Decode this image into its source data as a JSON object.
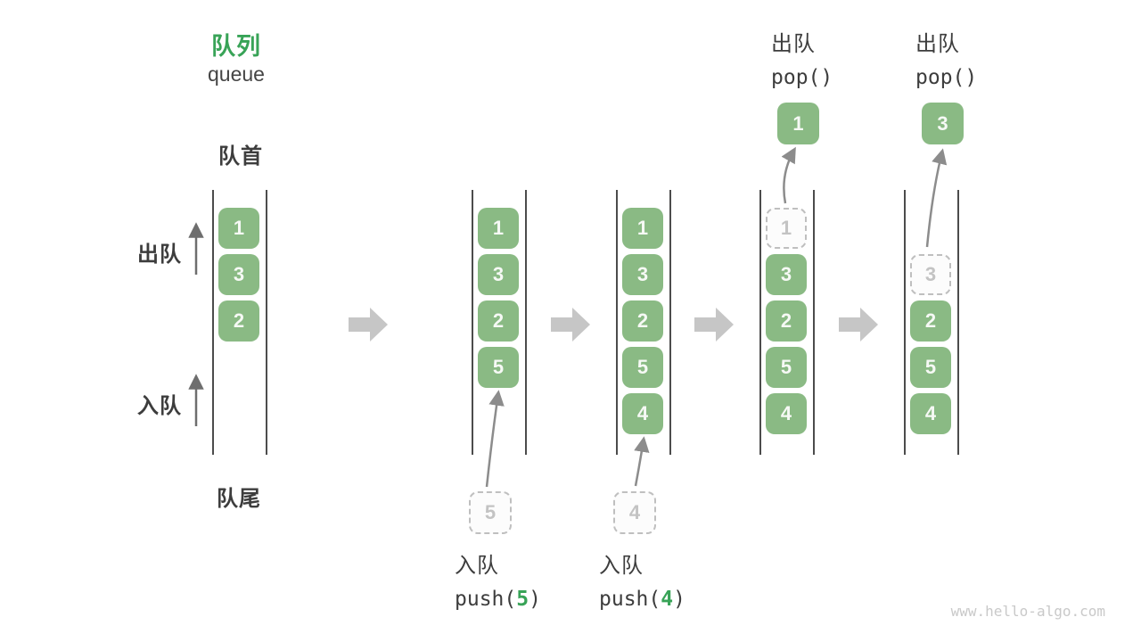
{
  "title": {
    "zh": "队列",
    "en": "queue"
  },
  "labels": {
    "front": "队首",
    "rear": "队尾",
    "dequeue": "出队",
    "enqueue": "入队"
  },
  "watermark": "www.hello-algo.com",
  "colors": {
    "box_green": "#8aba84",
    "box_text": "#f6f9f5",
    "accent_green": "#38a357",
    "text_dark": "#3d3d3d",
    "ghost_border": "#bfbfbf",
    "ghost_text": "#c3c3c3",
    "wall_line": "#4c4c4c",
    "block_arrow": "#c6c6c6",
    "curve_arrow": "#8c8c8c",
    "small_arrow": "#6e6e6e",
    "watermark_gray": "#c9c9c9"
  },
  "columns": [
    {
      "slots": [
        {
          "v": "1",
          "state": "filled"
        },
        {
          "v": "3",
          "state": "filled"
        },
        {
          "v": "2",
          "state": "filled"
        }
      ]
    },
    {
      "slots": [
        {
          "v": "1",
          "state": "filled"
        },
        {
          "v": "3",
          "state": "filled"
        },
        {
          "v": "2",
          "state": "filled"
        },
        {
          "v": "5",
          "state": "filled"
        }
      ],
      "pushed": "5",
      "op": {
        "name": "入队",
        "func_pre": "push(",
        "func_arg": "5",
        "func_post": ")"
      }
    },
    {
      "slots": [
        {
          "v": "1",
          "state": "filled"
        },
        {
          "v": "3",
          "state": "filled"
        },
        {
          "v": "2",
          "state": "filled"
        },
        {
          "v": "5",
          "state": "filled"
        },
        {
          "v": "4",
          "state": "filled"
        }
      ],
      "pushed": "4",
      "op": {
        "name": "入队",
        "func_pre": "push(",
        "func_arg": "4",
        "func_post": ")"
      }
    },
    {
      "slots": [
        {
          "v": "1",
          "state": "ghost"
        },
        {
          "v": "3",
          "state": "filled"
        },
        {
          "v": "2",
          "state": "filled"
        },
        {
          "v": "5",
          "state": "filled"
        },
        {
          "v": "4",
          "state": "filled"
        }
      ],
      "popped": "1",
      "op": {
        "name": "出队",
        "func": "pop()"
      }
    },
    {
      "slots": [
        {
          "v": "",
          "state": "empty"
        },
        {
          "v": "3",
          "state": "ghost"
        },
        {
          "v": "2",
          "state": "filled"
        },
        {
          "v": "5",
          "state": "filled"
        },
        {
          "v": "4",
          "state": "filled"
        }
      ],
      "popped": "3",
      "op": {
        "name": "出队",
        "func": "pop()"
      }
    }
  ]
}
